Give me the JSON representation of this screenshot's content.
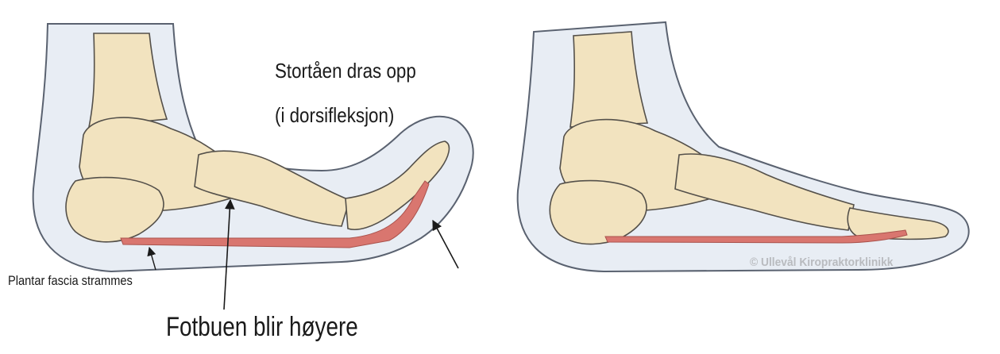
{
  "labels": {
    "toe_up_line1": "Stortåen dras opp",
    "toe_up_line2": "(i dorsifleksjon)",
    "fascia": "Plantar fascia strammes",
    "arch": "Fotbuen blir høyere",
    "copyright": "© Ullevål Kiropraktorklinikk"
  },
  "colors": {
    "skin_fill": "#e8edf4",
    "skin_outline": "#5a6270",
    "bone_fill": "#f2e3bf",
    "bone_outline": "#54504a",
    "fascia": "#d9766f",
    "annotation": "#1a1a1a",
    "watermark": "#b9bbbf"
  }
}
